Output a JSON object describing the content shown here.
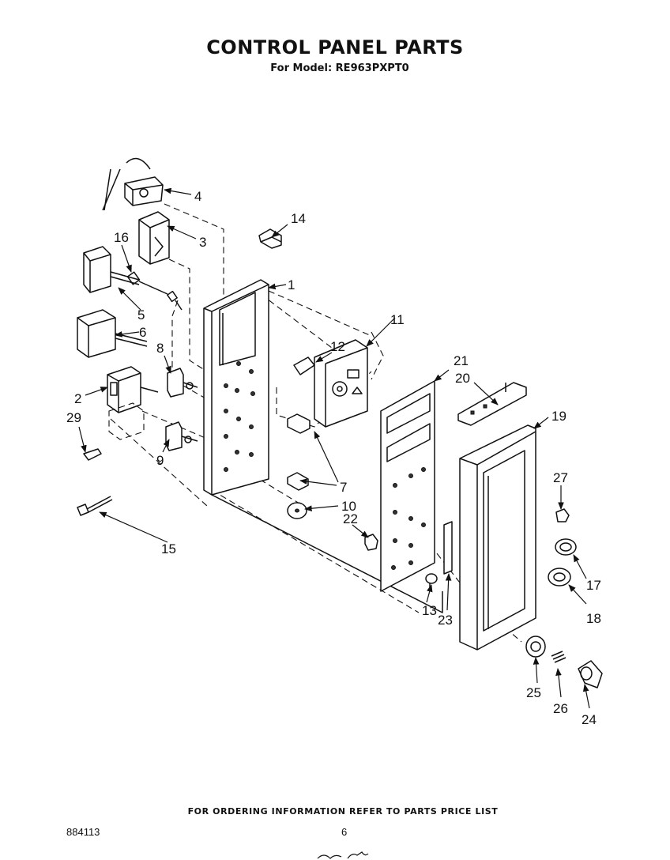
{
  "header": {
    "title": "CONTROL PANEL PARTS",
    "subtitle": "For Model: RE963PXPT0"
  },
  "footer": {
    "ordering_note": "FOR ORDERING INFORMATION REFER TO PARTS PRICE LIST",
    "document_number": "884113",
    "page_number": "6"
  },
  "callouts": [
    "1",
    "2",
    "3",
    "4",
    "5",
    "6",
    "7",
    "8",
    "9",
    "10",
    "11",
    "12",
    "13",
    "14",
    "15",
    "16",
    "17",
    "18",
    "19",
    "20",
    "21",
    "22",
    "23",
    "24",
    "25",
    "26",
    "27",
    "29"
  ]
}
